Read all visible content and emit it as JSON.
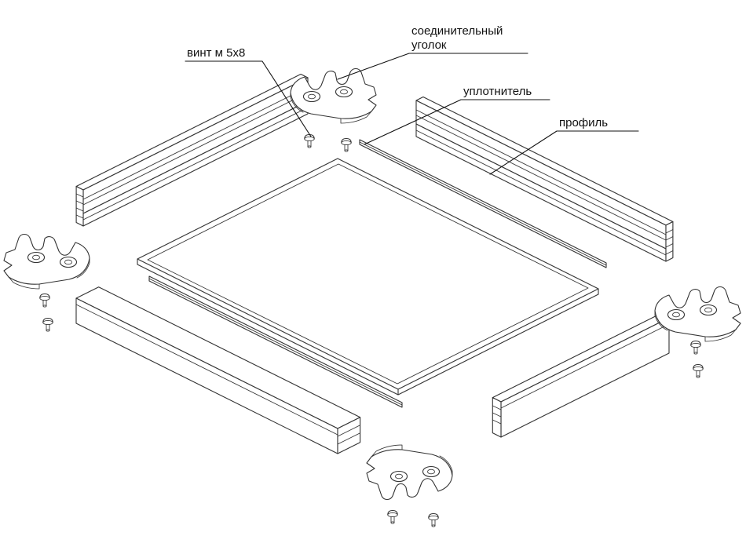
{
  "diagram": {
    "labels": {
      "corner_line1": "соединительный",
      "corner_line2": "уголок",
      "screw": "винт м 5х8",
      "seal": "уплотнитель",
      "profile": "профиль"
    },
    "colors": {
      "line": "#333333",
      "text": "#111111",
      "background": "#ffffff"
    }
  }
}
